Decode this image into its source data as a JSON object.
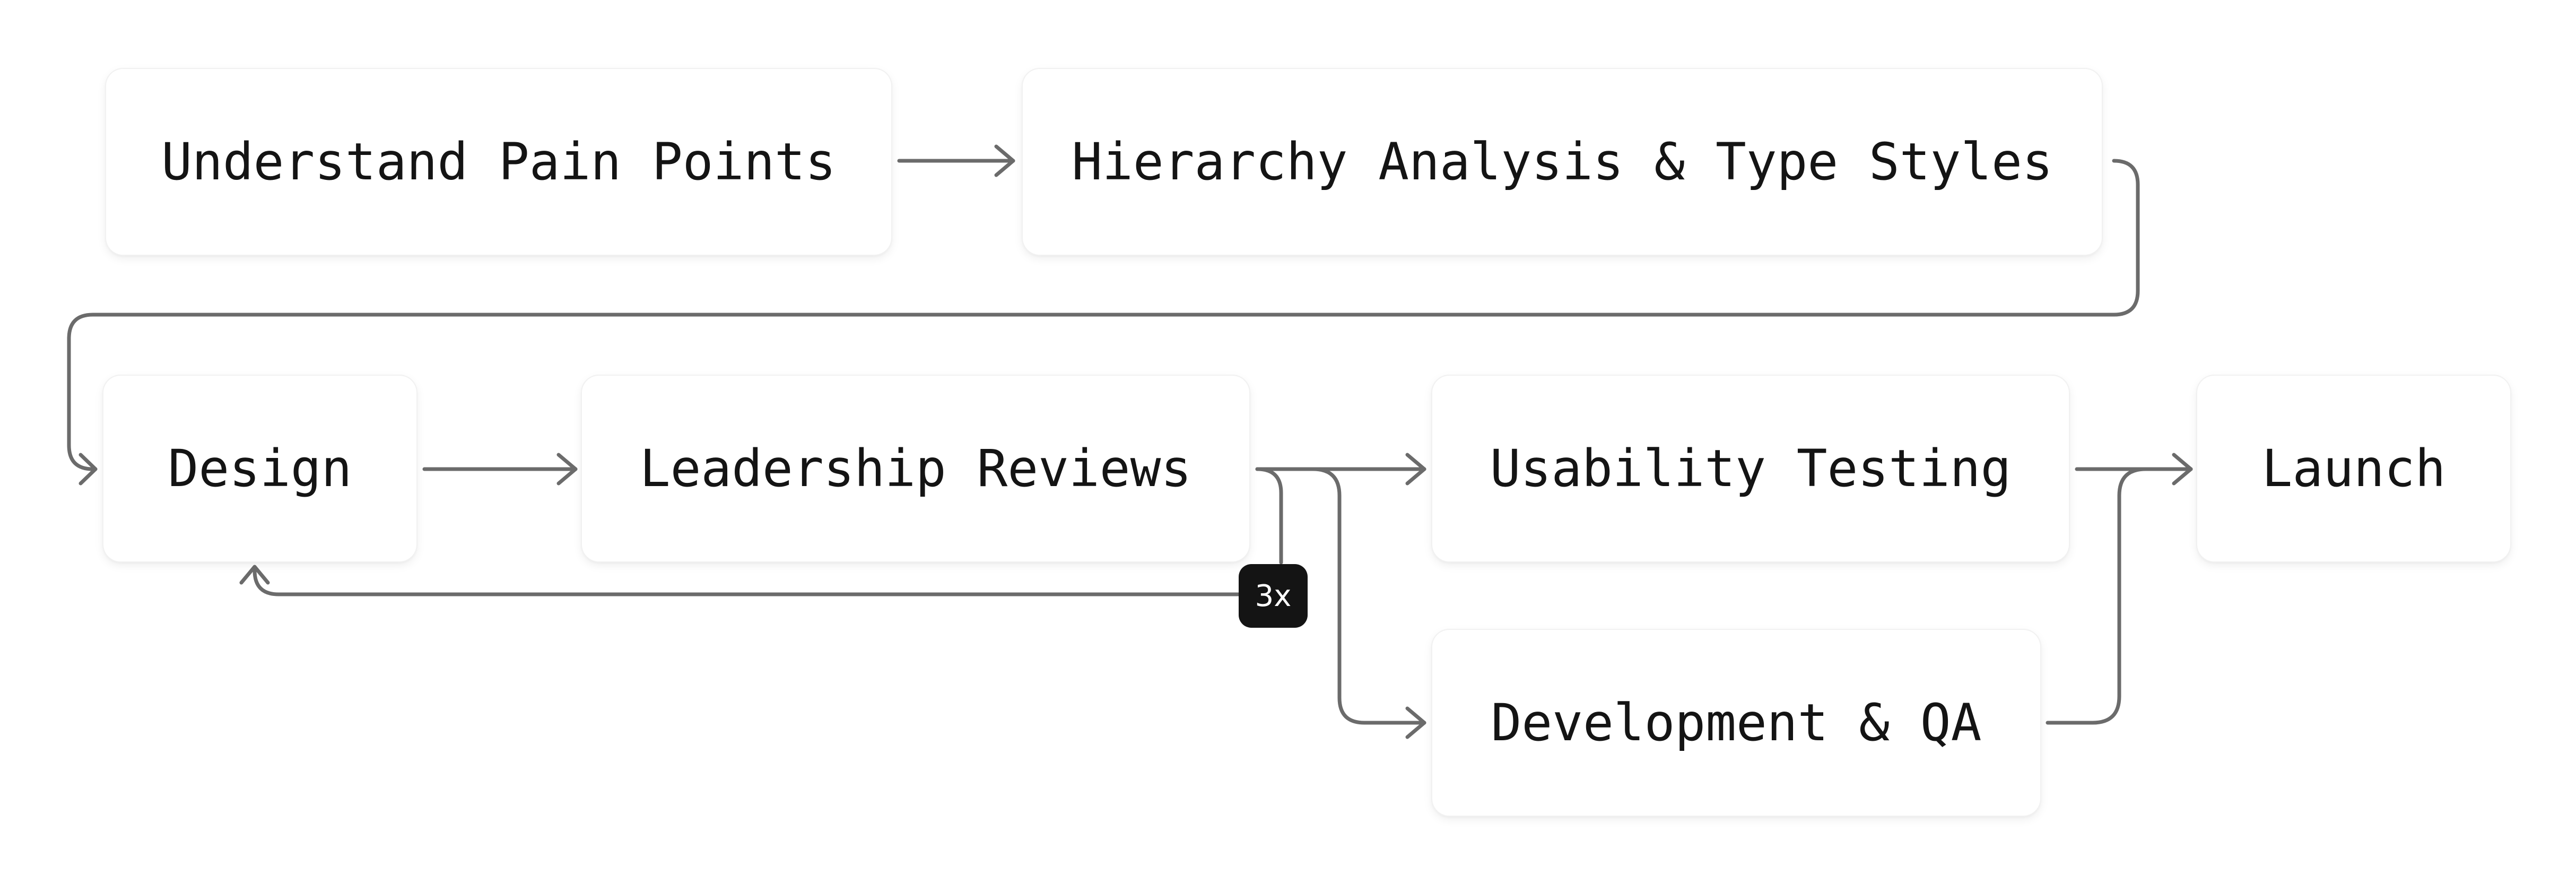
{
  "nodes": {
    "understand": "Understand Pain Points",
    "hierarchy": "Hierarchy Analysis & Type Styles",
    "design": "Design",
    "leadership": "Leadership Reviews",
    "usability": "Usability Testing",
    "development": "Development & QA",
    "launch": "Launch"
  },
  "loop_badge": "3x",
  "colors": {
    "connector": "#6b6b6b",
    "badge_background": "#141414",
    "node_background": "#ffffff"
  }
}
